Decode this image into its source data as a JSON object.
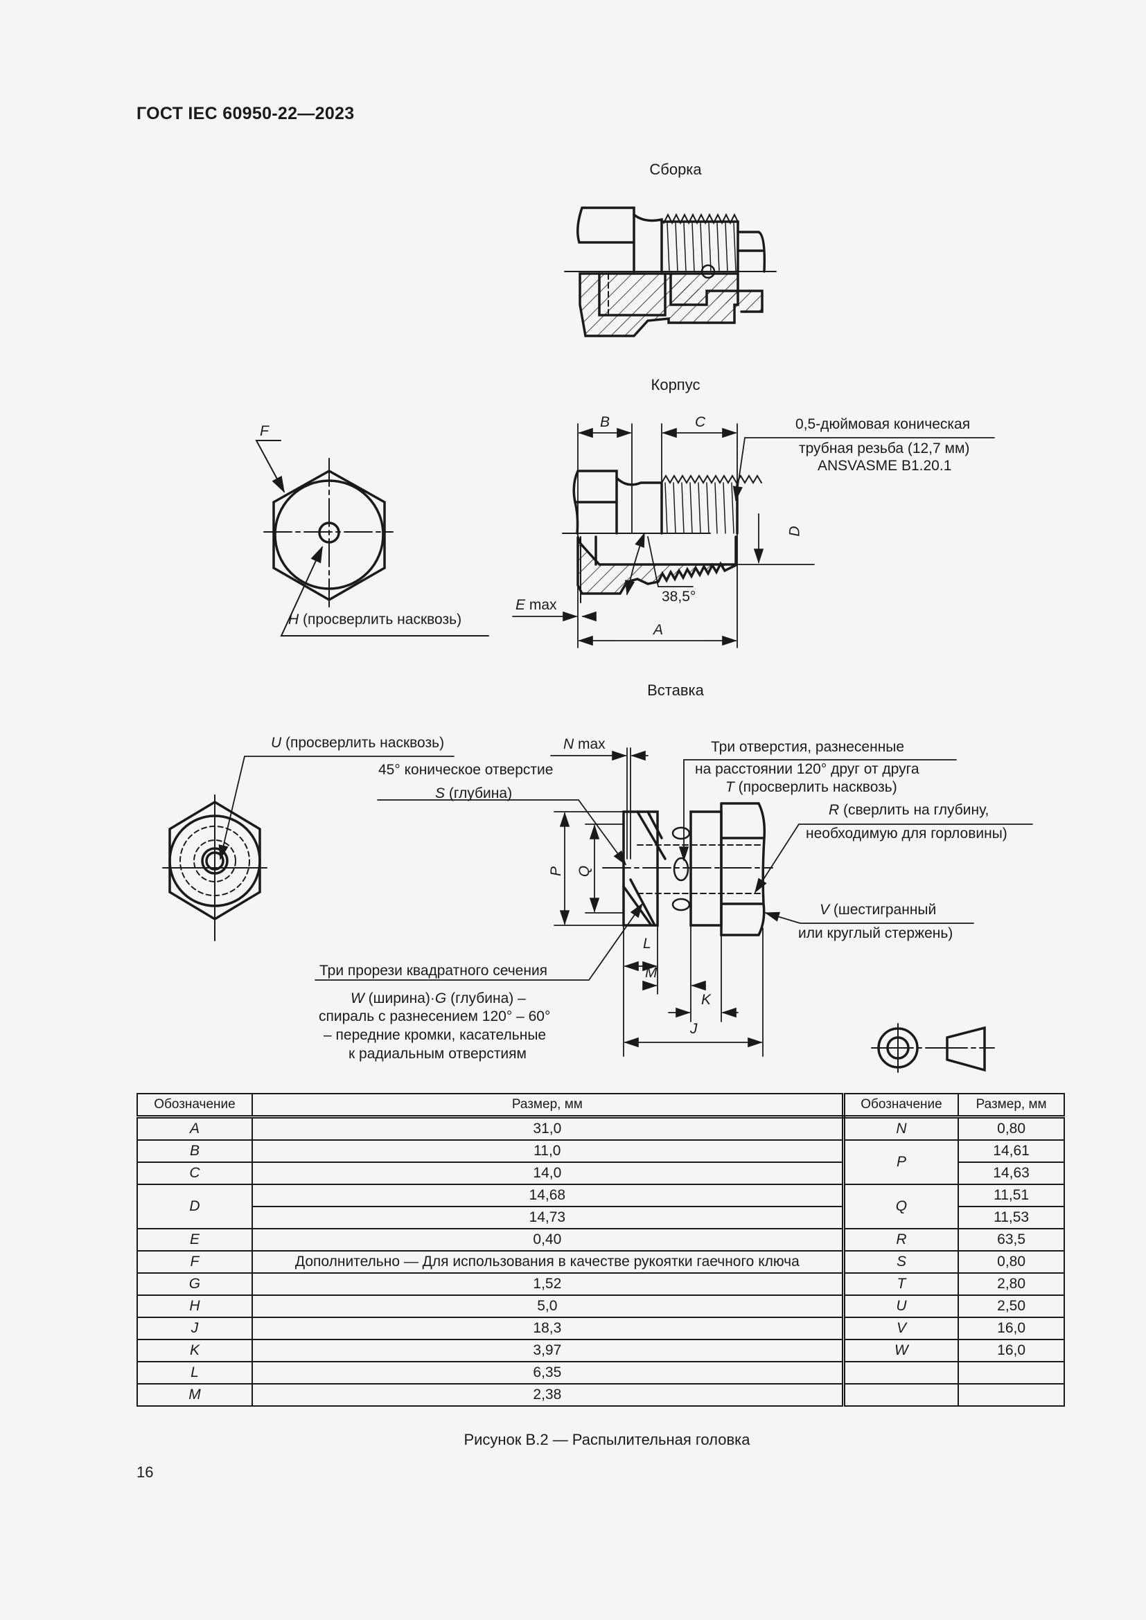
{
  "header": {
    "standard": "ГОСТ IEC 60950-22—2023"
  },
  "figure": {
    "views": {
      "assembly": {
        "title": "Сборка"
      },
      "body": {
        "title": "Корпус",
        "labels": {
          "F": "F",
          "H_letter": "H",
          "H_text": " (просверлить насквозь)",
          "B": "B",
          "C": "C",
          "D": "D",
          "A": "A",
          "E_letter": "E",
          "E_text": " max",
          "angle": "38,5°",
          "thread_line1": "0,5-дюймовая коническая",
          "thread_line2": "трубная резьба (12,7 мм)",
          "thread_line3": "ANSVASME B1.20.1"
        }
      },
      "insert": {
        "title": "Вставка",
        "labels": {
          "U_letter": "U",
          "U_text": " (просверлить насквозь)",
          "N_letter": "N",
          "N_text": " max",
          "cone_line1": "45° коническое отверстие",
          "S_letter": "S",
          "S_text": " (глубина)",
          "holes_line1": "Три отверстия, разнесенные",
          "holes_line2": "на расстоянии 120° друг от друга",
          "T_letter": "T",
          "T_text": " (просверлить насквозь)",
          "R_letter": "R",
          "R_text": " (сверлить на глубину,",
          "R_line2": "необходимую для горловины)",
          "V_letter": "V",
          "V_text": " (шестигранный",
          "V_line2": "или круглый стержень)",
          "P": "P",
          "Q": "Q",
          "L": "L",
          "M": "M",
          "K": "K",
          "J": "J",
          "slots_line1": "Три прорези квадратного сечения",
          "W_letter": "W",
          "W_text": " (ширина)·",
          "G_letter": "G",
          "G_text": " (глубина) –",
          "slots_line3": "спираль с разнесением 120° – 60°",
          "slots_line4": "– передние кромки, касательные",
          "slots_line5": "к радиальным отверстиям"
        }
      }
    },
    "projection_symbol": "first-angle-projection-icon",
    "caption": "Рисунок B.2 — Распылительная головка"
  },
  "table": {
    "headers": {
      "designation": "Обозначение",
      "size": "Размер, мм"
    },
    "left": [
      {
        "d": "A",
        "v": [
          "31,0"
        ]
      },
      {
        "d": "B",
        "v": [
          "11,0"
        ]
      },
      {
        "d": "C",
        "v": [
          "14,0"
        ]
      },
      {
        "d": "D",
        "v": [
          "14,68",
          "14,73"
        ]
      },
      {
        "d": "E",
        "v": [
          "0,40"
        ]
      },
      {
        "d": "F",
        "v": [
          "Дополнительно — Для использования в качестве рукоятки гаечного ключа"
        ]
      },
      {
        "d": "G",
        "v": [
          "1,52"
        ]
      },
      {
        "d": "H",
        "v": [
          "5,0"
        ]
      },
      {
        "d": "J",
        "v": [
          "18,3"
        ]
      },
      {
        "d": "K",
        "v": [
          "3,97"
        ]
      },
      {
        "d": "L",
        "v": [
          "6,35"
        ]
      },
      {
        "d": "M",
        "v": [
          "2,38"
        ]
      }
    ],
    "right": [
      {
        "d": "N",
        "v": [
          "0,80"
        ]
      },
      {
        "d": "P",
        "v": [
          "14,61",
          "14,63"
        ]
      },
      {
        "d": "Q",
        "v": [
          "11,51",
          "11,53"
        ]
      },
      {
        "d": "R",
        "v": [
          "63,5"
        ]
      },
      {
        "d": "S",
        "v": [
          "0,80"
        ]
      },
      {
        "d": "T",
        "v": [
          "2,80"
        ]
      },
      {
        "d": "U",
        "v": [
          "2,50"
        ]
      },
      {
        "d": "V",
        "v": [
          "16,0"
        ]
      },
      {
        "d": "W",
        "v": [
          "16,0"
        ]
      },
      {
        "d": "",
        "v": [
          ""
        ]
      },
      {
        "d": "",
        "v": [
          ""
        ]
      }
    ]
  },
  "page_number": "16"
}
